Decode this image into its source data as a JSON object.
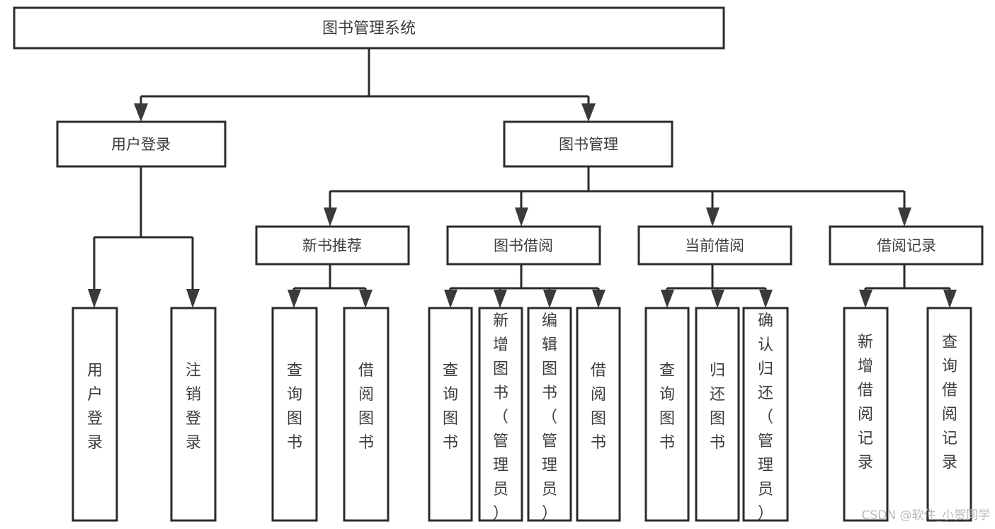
{
  "diagram": {
    "title": "图书管理系统",
    "type": "tree-hierarchy",
    "orientation": "top-down",
    "colors": {
      "box_stroke": "#2b2b2b",
      "box_fill": "#ffffff",
      "text": "#3d3d3d",
      "connector": "#2b2b2b",
      "watermark": "#b9b9b9",
      "background": "#ffffff"
    },
    "root": {
      "label": "图书管理系统"
    },
    "level2": [
      {
        "label": "用户登录"
      },
      {
        "label": "图书管理"
      }
    ],
    "level3": [
      {
        "label": "新书推荐"
      },
      {
        "label": "图书借阅"
      },
      {
        "label": "当前借阅"
      },
      {
        "label": "借阅记录"
      }
    ],
    "leaves": {
      "user_login": [
        {
          "label": "用户登录"
        },
        {
          "label": "注销登录"
        }
      ],
      "new_book_recommend": [
        {
          "label": "查询图书"
        },
        {
          "label": "借阅图书"
        }
      ],
      "book_borrow": [
        {
          "label": "查询图书"
        },
        {
          "label": "新增图书（管理员）"
        },
        {
          "label": "编辑图书（管理员）"
        },
        {
          "label": "借阅图书"
        }
      ],
      "current_borrow": [
        {
          "label": "查询图书"
        },
        {
          "label": "归还图书"
        },
        {
          "label": "确认归还（管理员）"
        }
      ],
      "borrow_record": [
        {
          "label": "新增借阅记录"
        },
        {
          "label": "查询借阅记录"
        }
      ]
    },
    "watermark": "CSDN @软件_小贺同学"
  }
}
